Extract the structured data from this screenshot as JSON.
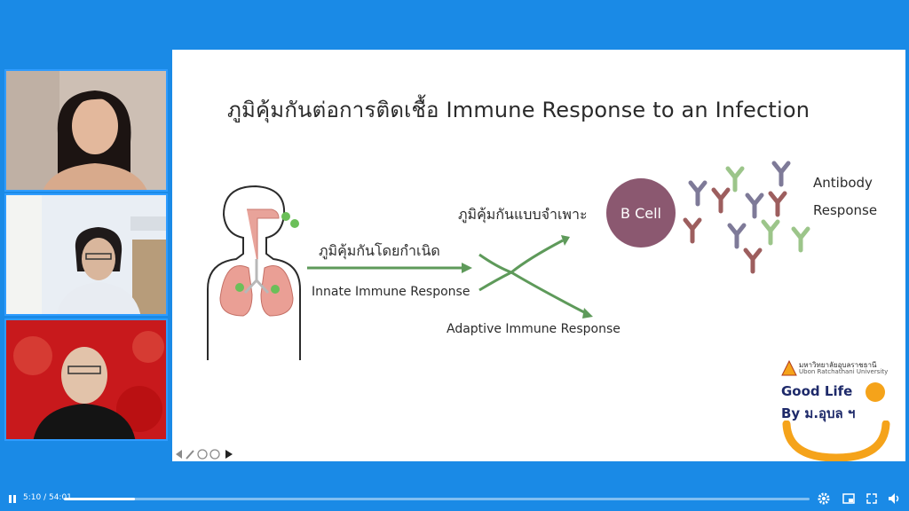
{
  "slide": {
    "title": "ภูมิคุ้มกันต่อการติดเชื้อ Immune Response to an Infection",
    "innate_thai": "ภูมิคุ้มกันโดยกำเนิด",
    "innate_en": "Innate Immune Response",
    "adaptive_thai": "ภูมิคุ้มกันแบบจำเพาะ",
    "adaptive_en": "Adaptive Immune Response",
    "bcell": "B Cell",
    "antibody_line1": "Antibody",
    "antibody_line2": "Response"
  },
  "logo": {
    "university_thai": "มหาวิทยาลัยอุบลราชธานี",
    "university_en": "Ubon Ratchathani University",
    "line1": "Good Life",
    "line2": "By  ม.อุบล ฯ"
  },
  "player": {
    "time": "5:10 / 54:01",
    "progress_fraction": 0.095
  },
  "colors": {
    "background": "#1a8ae6",
    "arrow_green": "#5e9a5a",
    "bcell": "#8b5870",
    "logo_orange": "#f5a31a"
  },
  "icons": [
    "pause-icon",
    "settings-icon",
    "pip-icon",
    "fullscreen-icon",
    "volume-icon"
  ]
}
